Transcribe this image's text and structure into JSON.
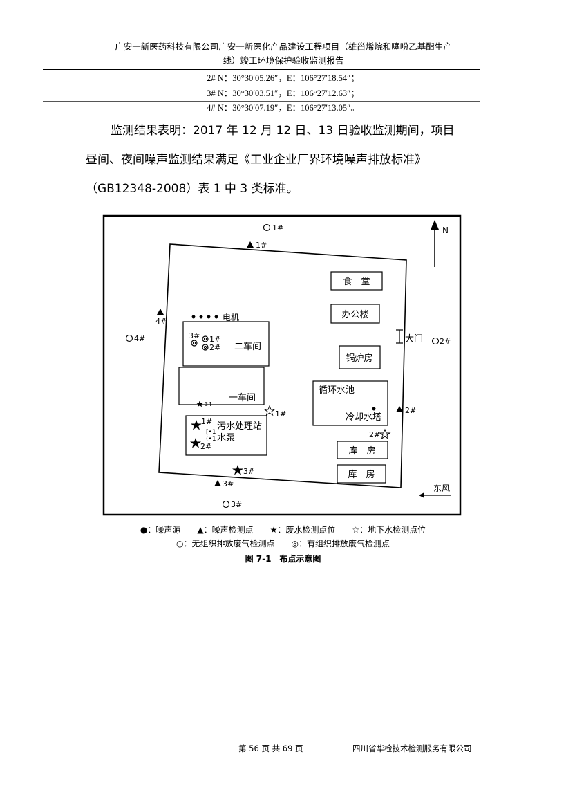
{
  "header": {
    "line1": "广安一新医药科技有限公司广安一新医化产品建设工程项目（雄甾烯烷和噻吩乙基酯生产",
    "line2": "线）竣工环境保护验收监测报告"
  },
  "coordinates": [
    "2#   N：30°30′05.26″，E：106°27′18.54″；",
    "3#   N：30°30′03.51″，E：106°27′12.63″；",
    "4#   N：30°30′07.19″，E：106°27′13.05″。"
  ],
  "paragraph": {
    "line1": "监测结果表明：2017 年 12 月 12 日、13 日验收监测期间，项目",
    "line2": "昼间、夜间噪声监测结果满足《工业企业厂界环境噪声排放标准》",
    "line3": "（GB12348-2008）表 1 中 3 类标准。"
  },
  "map": {
    "north": "N",
    "wind": "东风",
    "buildings": {
      "canteen": "食　堂",
      "office": "办公楼",
      "gate": "大门",
      "boiler": "锅炉房",
      "workshop2": "二车间",
      "workshop1": "一车间",
      "motor": "电机",
      "pool": "循环水池",
      "tower": "冷却水塔",
      "sewage": "污水处理站",
      "pump": "水泵",
      "storage1": "库　房",
      "storage2": "库　房"
    },
    "labels": {
      "o1": "1#",
      "o2": "2#",
      "o3": "3#",
      "o4": "4#",
      "n1": "1#",
      "n2": "2#",
      "n3": "3#",
      "n4": "4#",
      "w1": "1#",
      "w2": "2#",
      "w3": "3#",
      "w34": "34",
      "g1": "1#",
      "g2": "2#",
      "e1": "1#",
      "e2": "2#",
      "e3": "3#"
    }
  },
  "legend": {
    "line1": "●：噪声源　　▲：噪声检测点　　★：废水检测点位　　☆：地下水检测点位",
    "line2": "○：无组织排放废气检测点　　◎：有组织排放废气检测点"
  },
  "caption": "图 7-1　布点示意图",
  "footer": {
    "page": "第 56 页 共 69 页",
    "company": "四川省华检技术检测服务有限公司"
  }
}
